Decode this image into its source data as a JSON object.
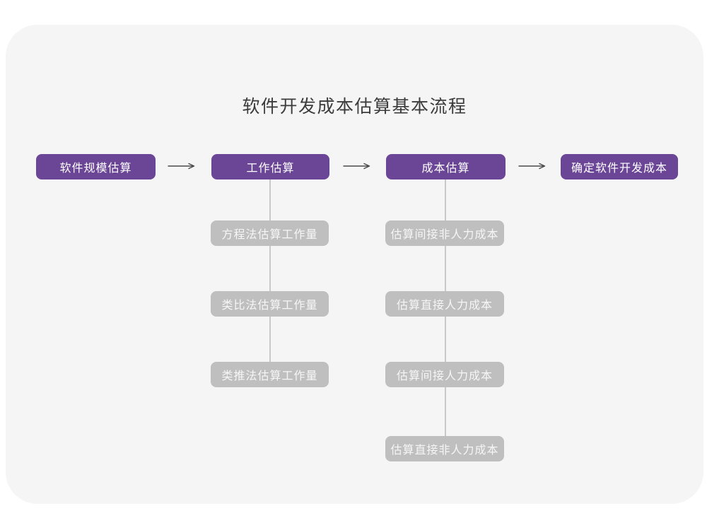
{
  "title": "软件开发成本估算基本流程",
  "flow": {
    "stages": [
      {
        "label": "软件规模估算"
      },
      {
        "label": "工作估算"
      },
      {
        "label": "成本估算"
      },
      {
        "label": "确定软件开发成本"
      }
    ],
    "work_substeps": [
      "方程法估算工作量",
      "类比法估算工作量",
      "类推法估算工作量"
    ],
    "cost_substeps": [
      "估算间接非人力成本",
      "估算直接人力成本",
      "估算间接人力成本",
      "估算直接非人力成本"
    ]
  },
  "colors": {
    "stage_box": "#6b4596",
    "substep_box": "#bfbfbf",
    "card_background": "#f5f5f6",
    "page_background": "#ffffff",
    "connector_line": "#c9c9c9",
    "arrow": "#4a4a4a",
    "title_text": "#3c3c3c",
    "box_text": "#ffffff"
  }
}
